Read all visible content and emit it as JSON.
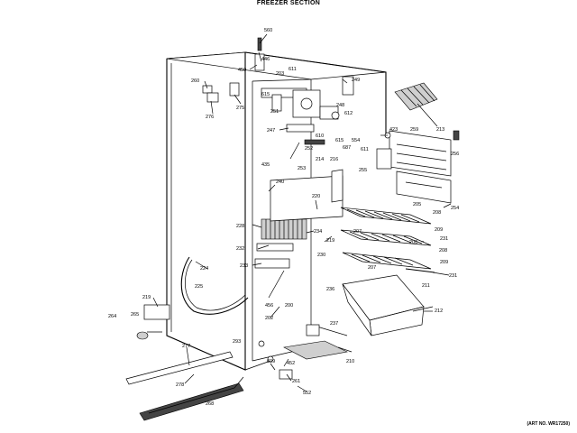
{
  "header": {
    "title": "FREEZER SECTION"
  },
  "footer": {
    "art_no": "(ART NO. WR17250)"
  },
  "labels": {
    "p560": "560",
    "p446": "446",
    "p450": "450",
    "p611a": "611",
    "p203": "203",
    "p260": "260",
    "p275": "275",
    "p276": "276",
    "p615a": "615",
    "p251": "251",
    "p249": "249",
    "p248": "248",
    "p612": "612",
    "p213": "213",
    "p247": "247",
    "p610": "610",
    "p423": "423",
    "p259": "259",
    "p256": "256",
    "p615b": "615",
    "p554": "554",
    "p687": "687",
    "p611b": "611",
    "p252": "252",
    "p214": "214",
    "p216": "216",
    "p253": "253",
    "p435": "435",
    "p255": "255",
    "p240": "240",
    "p220": "220",
    "p254": "254",
    "p205": "205",
    "p208a": "208",
    "p228": "228",
    "p234": "234",
    "p219": "219",
    "p207a": "207",
    "p209a": "209",
    "p231a": "231",
    "p206": "206",
    "p208b": "208",
    "p232": "232",
    "p230": "230",
    "p224": "224",
    "p207b": "207",
    "p209b": "209",
    "p231b": "231",
    "p233": "233",
    "p225": "225",
    "p211": "211",
    "p219b": "219",
    "p236": "236",
    "p456": "456",
    "p200": "200",
    "p212": "212",
    "p264": "264",
    "p265": "265",
    "p202": "202",
    "p237": "237",
    "p293": "293",
    "p277": "277",
    "p609": "609",
    "p452": "452",
    "p210": "210",
    "p278": "278",
    "p261": "261",
    "p552": "552",
    "p268": "268"
  }
}
